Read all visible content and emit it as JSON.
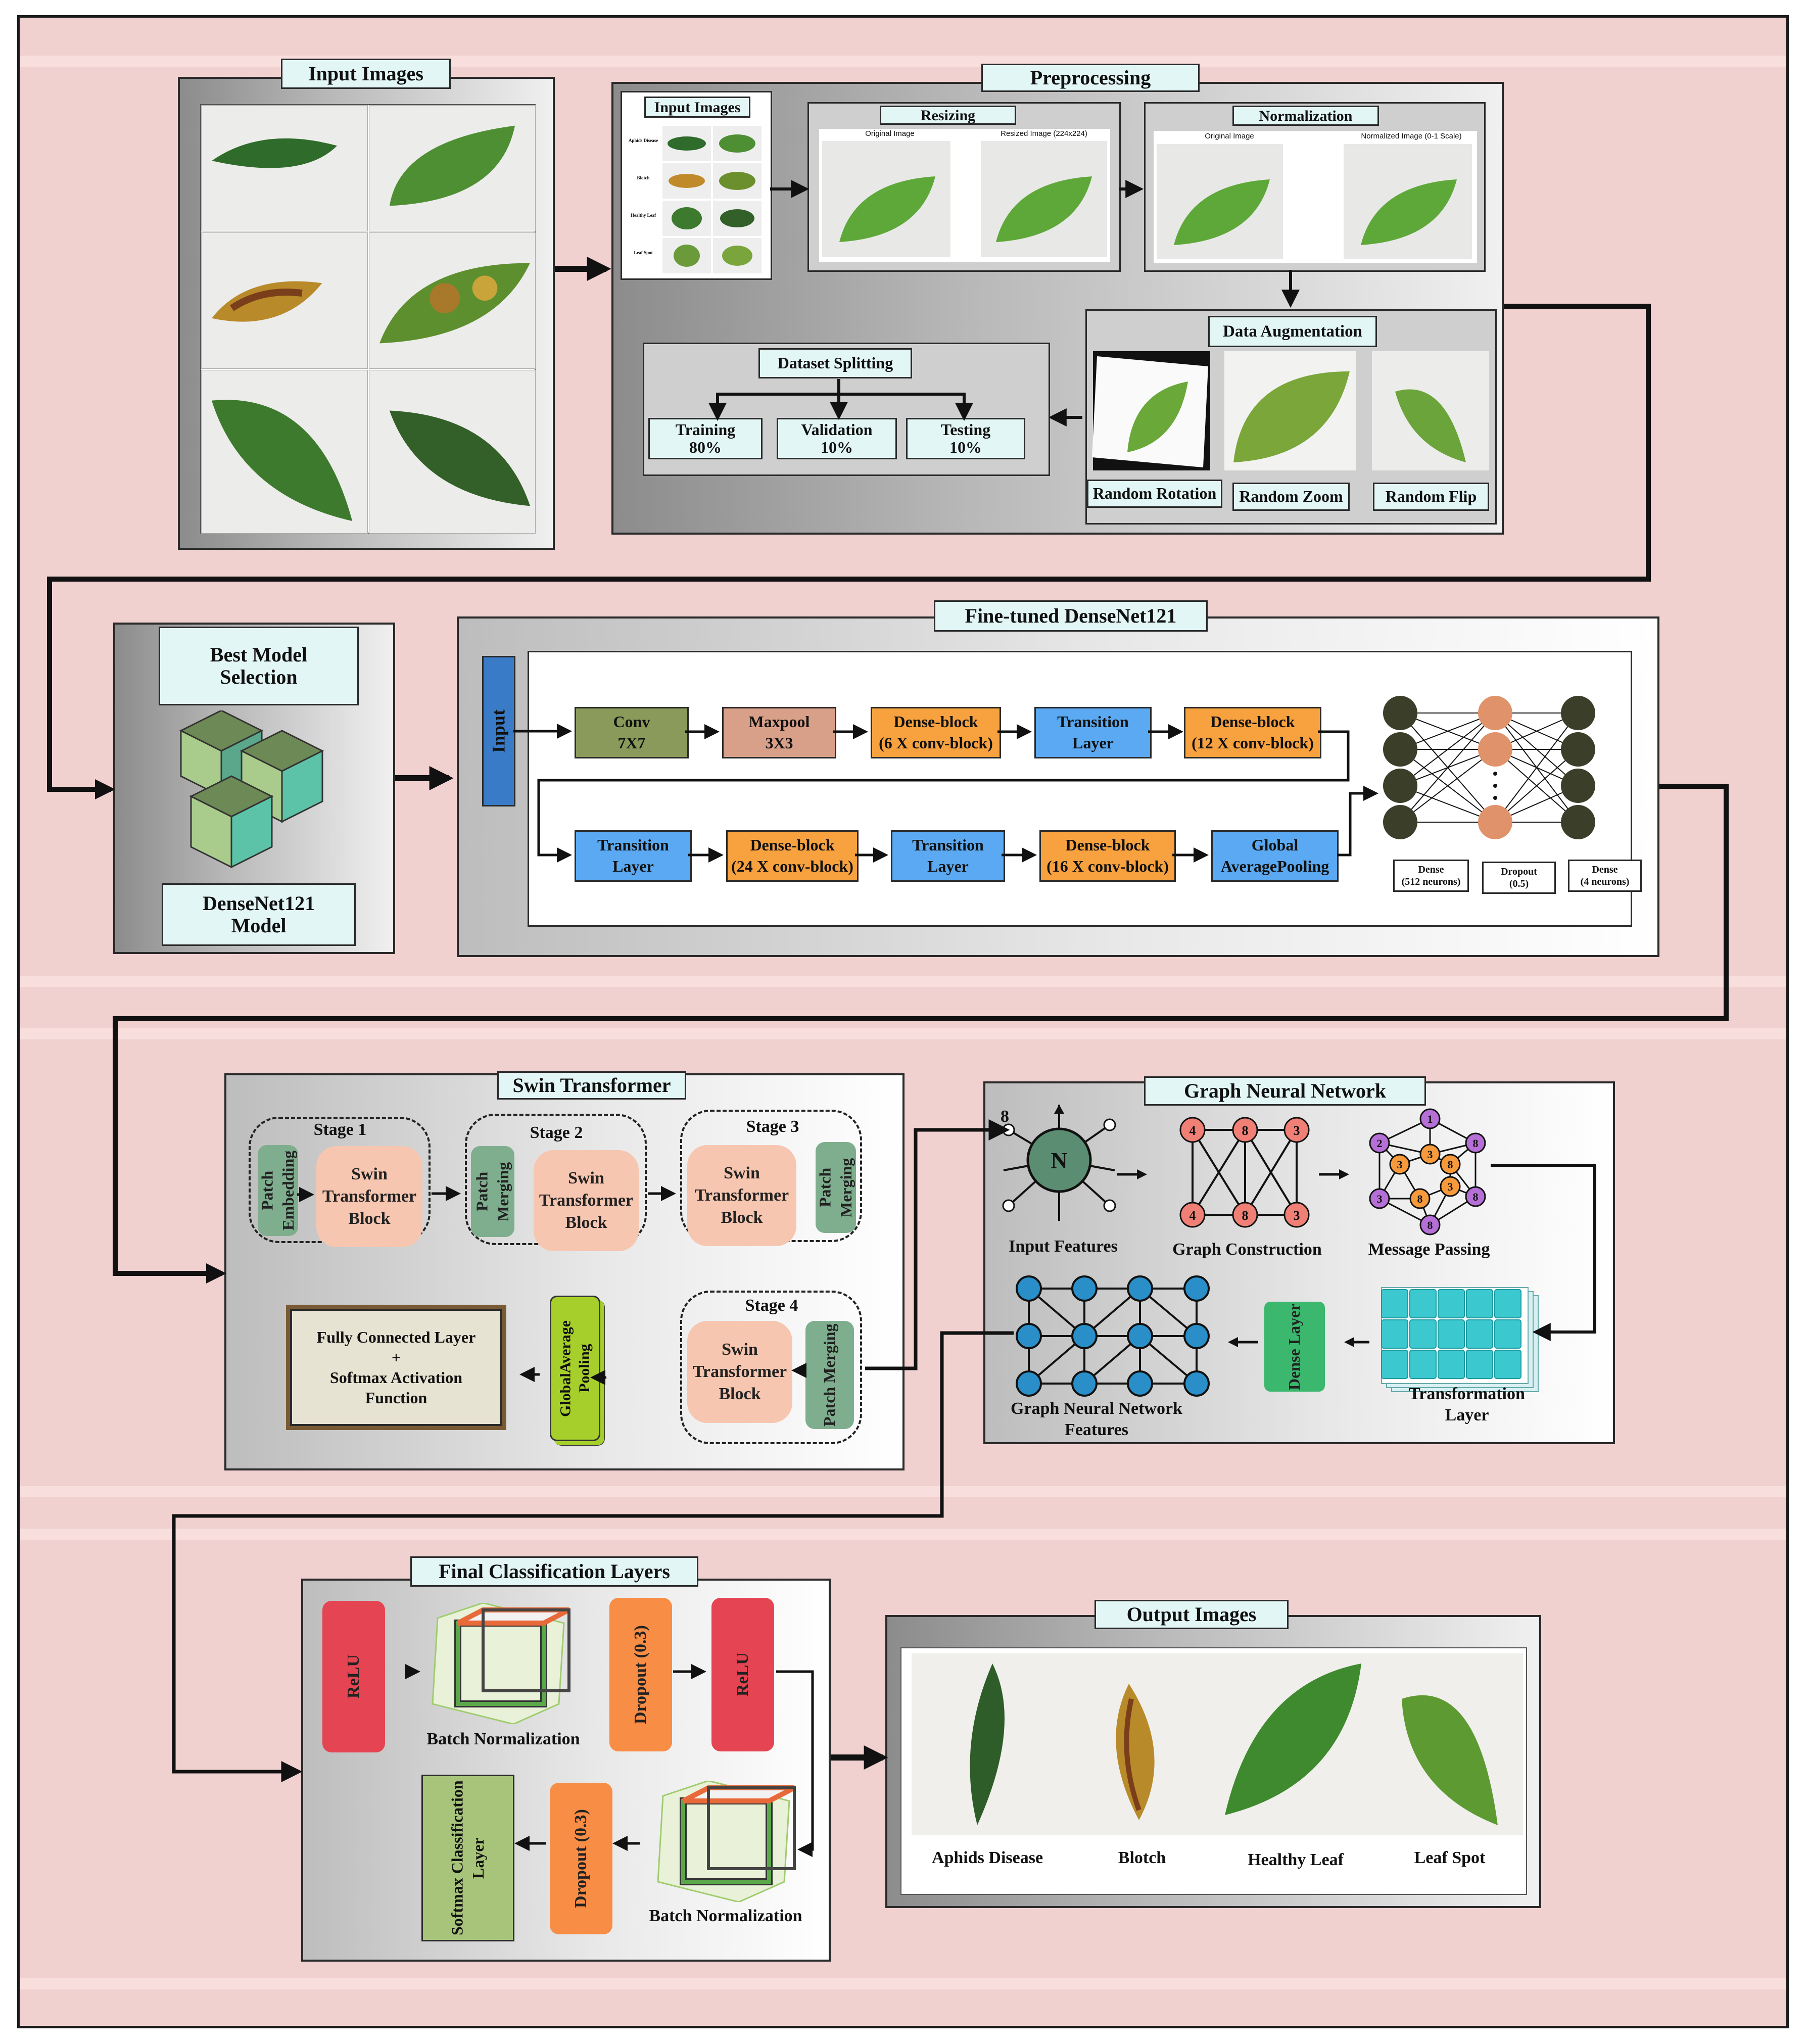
{
  "colors": {
    "background": "#f1d0d0",
    "title_fill": "#e3f6f6",
    "conv": "#8a9a5b",
    "maxpool": "#d9a089",
    "dense_block": "#f7a13f",
    "transition": "#5aa9f2",
    "input_bar": "#3a7bc8",
    "swin_block": "#f6c6b0",
    "patch": "#7fae8e",
    "gap": "#a6cf2b",
    "fc_fill": "#e7e3d2",
    "relu": "#e54452",
    "dropout": "#f88d45",
    "softmax": "#a7c47a",
    "gnn_node": "#5b8d73",
    "gnn_blue": "#2a8fc9",
    "transform_layer": "#3cc8cf",
    "dense_layer": "#3bb76e",
    "graph_red": "#f08076",
    "graph_orange": "#f69a3c",
    "graph_purple": "#b56fd6"
  },
  "input_images": {
    "title": "Input Images"
  },
  "preprocessing": {
    "title": "Preprocessing",
    "mini_title": "Input Images",
    "mini_rows": [
      "Aphids Disease",
      "Blotch",
      "Healthy Leaf",
      "Leaf Spot"
    ],
    "resizing": {
      "title": "Resizing",
      "left": "Original Image",
      "right": "Resized Image (224x224)"
    },
    "normalization": {
      "title": "Normalization",
      "left": "Original Image",
      "right": "Normalized Image (0-1 Scale)"
    },
    "augmentation": {
      "title": "Data Augmentation",
      "items": [
        "Random Rotation",
        "Random Zoom",
        "Random Flip"
      ]
    },
    "splitting": {
      "title": "Dataset Splitting",
      "items": [
        {
          "name": "Training",
          "value": "80%"
        },
        {
          "name": "Validation",
          "value": "10%"
        },
        {
          "name": "Testing",
          "value": "10%"
        }
      ]
    }
  },
  "best_model": {
    "title_line1": "Best Model",
    "title_line2": "Selection",
    "model_line1": "DenseNet121",
    "model_line2": "Model"
  },
  "densenet": {
    "title": "Fine-tuned DenseNet121",
    "input": "Input",
    "row1": [
      {
        "l1": "Conv",
        "l2": "7X7"
      },
      {
        "l1": "Maxpool",
        "l2": "3X3"
      },
      {
        "l1": "Dense-block",
        "l2": "(6 X conv-block)"
      },
      {
        "l1": "Transition",
        "l2": "Layer"
      },
      {
        "l1": "Dense-block",
        "l2": "(12 X conv-block)"
      }
    ],
    "row2": [
      {
        "l1": "Transition",
        "l2": "Layer"
      },
      {
        "l1": "Dense-block",
        "l2": "(24 X conv-block)"
      },
      {
        "l1": "Transition",
        "l2": "Layer"
      },
      {
        "l1": "Dense-block",
        "l2": "(16 X conv-block)"
      },
      {
        "l1": "Global",
        "l2": "AveragePooling"
      }
    ],
    "nn_labels": [
      {
        "l1": "Dense",
        "l2": "(512 neurons)"
      },
      {
        "l1": "Dropout",
        "l2": "(0.5)"
      },
      {
        "l1": "Dense",
        "l2": "(4 neurons)"
      }
    ]
  },
  "swin": {
    "title": "Swin Transformer",
    "stage1": "Stage 1",
    "stage2": "Stage 2",
    "stage3": "Stage 3",
    "stage4": "Stage 4",
    "patch_embedding": "Patch Embedding",
    "patch_merging": "Patch Merging",
    "swin_block": "Swin Transformer Block",
    "fc_line1": "Fully Connected Layer",
    "fc_plus": "+",
    "fc_line2": "Softmax Activation",
    "fc_line3": "Function",
    "gap": "GlobalAverage Pooling"
  },
  "gnn": {
    "title": "Graph Neural Network",
    "node_letter": "N",
    "node_number": "8",
    "input_features": "Input Features",
    "graph_construction": "Graph Construction",
    "message_passing": "Message Passing",
    "transformation_l1": "Transformation",
    "transformation_l2": "Layer",
    "dense_layer": "Dense Layer",
    "features_l1": "Graph Neural Network",
    "features_l2": "Features",
    "gc_nums": [
      "4",
      "8",
      "3",
      "4",
      "8",
      "3"
    ],
    "mp_nums": [
      "1",
      "2",
      "8",
      "3",
      "3",
      "8",
      "3",
      "8",
      "8",
      "3",
      "8"
    ]
  },
  "final": {
    "title": "Final Classification Layers",
    "relu": "ReLU",
    "batch_norm": "Batch Normalization",
    "dropout": "Dropout (0.3)",
    "softmax": "Softmax Classification Layer"
  },
  "output": {
    "title": "Output Images",
    "labels": [
      "Aphids Disease",
      "Blotch",
      "Healthy Leaf",
      "Leaf Spot"
    ]
  }
}
